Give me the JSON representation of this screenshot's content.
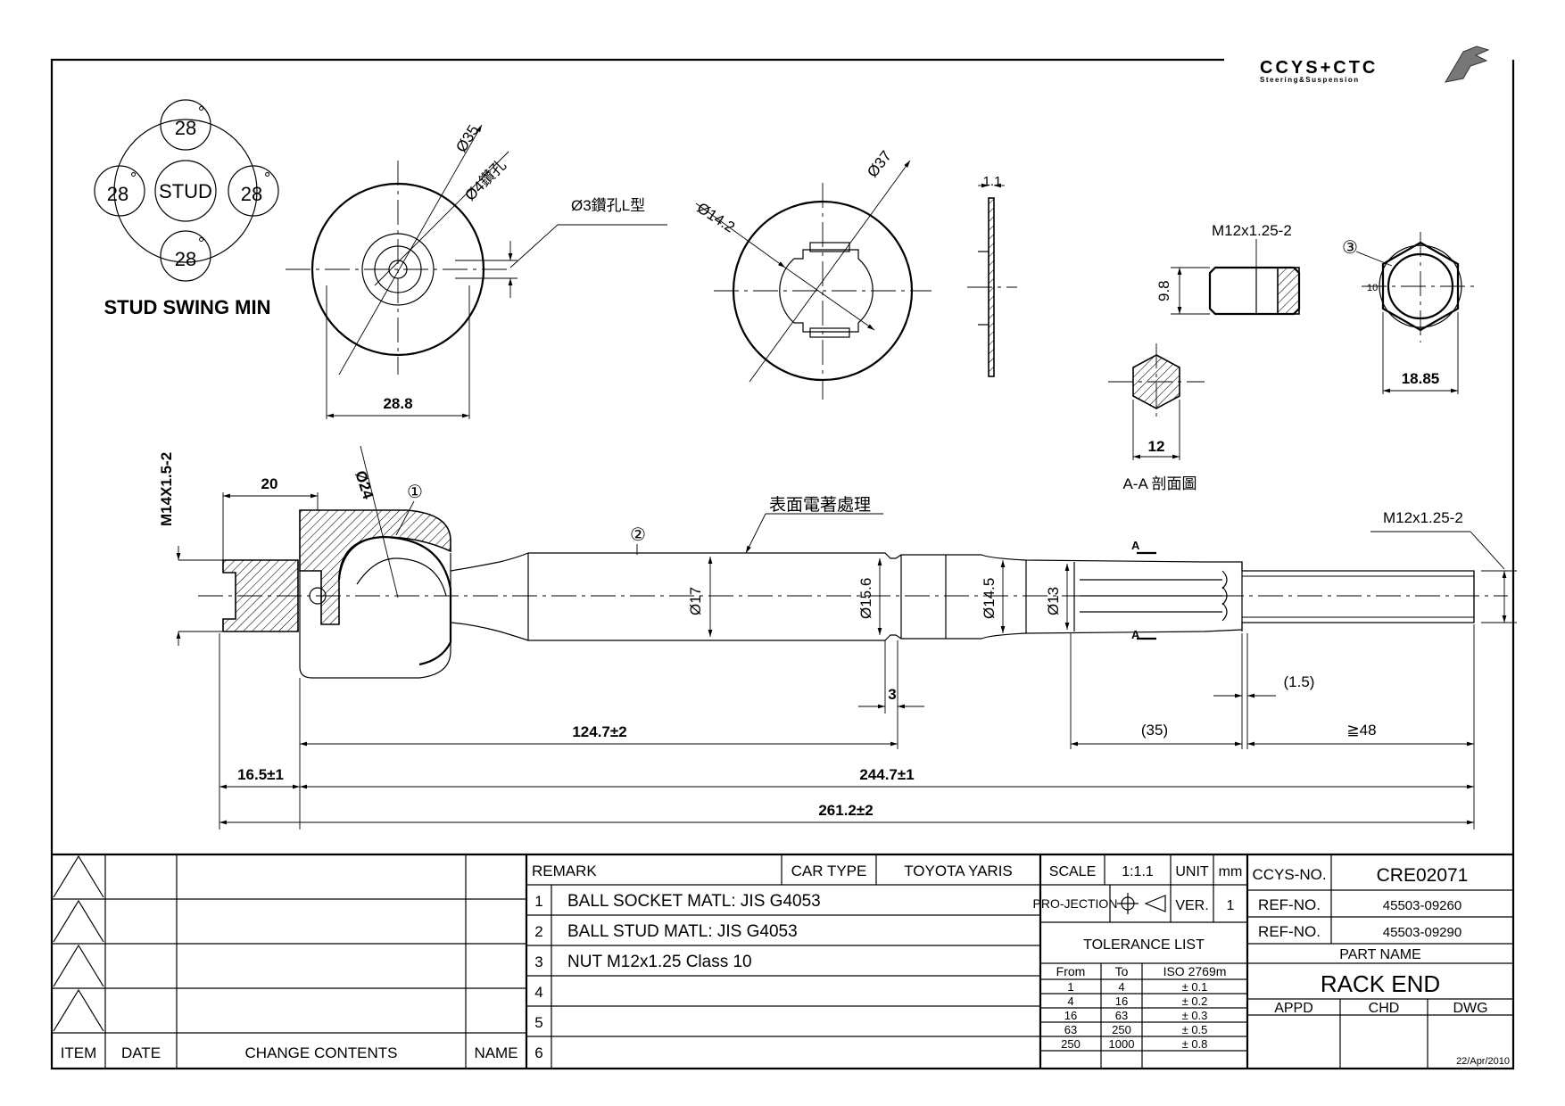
{
  "logo": {
    "brand": "CCYS+CTC",
    "tagline": "Steering&Suspension"
  },
  "stud_swing": {
    "center": "STUD",
    "angles": [
      "28",
      "28",
      "28",
      "28"
    ],
    "degree_mark": "°",
    "label": "STUD SWING MIN"
  },
  "dims": {
    "d35": "Ø35",
    "d4": "Ø4鑽孔",
    "d3": "Ø3鑽孔L型",
    "w288": "28.8",
    "d142": "Ø14.2",
    "d37": "Ø37",
    "t11": "1.1",
    "m12top": "M12x1.25-2",
    "h98": "9.8",
    "nut_no": "③",
    "hex_small": "10",
    "w1885": "18.85",
    "w12": "12",
    "section": "A-A 剖面圖",
    "m14": "M14X1.5-2",
    "l20": "20",
    "d24": "Ø24",
    "item1": "①",
    "item2": "②",
    "surface": "表面電著處理",
    "d17": "Ø17",
    "d156": "Ø15.6",
    "d145": "Ø14.5",
    "d13": "Ø13",
    "sec_a": "A",
    "m12right": "M12x1.25-2",
    "l15": "(1.5)",
    "l3": "3",
    "l1247": "124.7±2",
    "l35": "(35)",
    "l48": "≧48",
    "l165": "16.5±1",
    "l2447": "244.7±1",
    "l2612": "261.2±2"
  },
  "revision_table": {
    "headers": {
      "item": "ITEM",
      "date": "DATE",
      "change": "CHANGE CONTENTS",
      "name": "NAME"
    }
  },
  "remarks": {
    "header": "REMARK",
    "car_type_label": "CAR TYPE",
    "car_type": "TOYOTA YARIS",
    "rows": [
      {
        "no": "1",
        "text": "BALL SOCKET  MATL: JIS G4053"
      },
      {
        "no": "2",
        "text": "BALL STUD  MATL: JIS G4053"
      },
      {
        "no": "3",
        "text": "NUT M12x1.25 Class 10"
      },
      {
        "no": "4",
        "text": ""
      },
      {
        "no": "5",
        "text": ""
      },
      {
        "no": "6",
        "text": ""
      }
    ]
  },
  "title_block": {
    "scale_label": "SCALE",
    "scale": "1:1.1",
    "unit_label": "UNIT",
    "unit": "mm",
    "projection_label": "PRO-JECTION",
    "ver_label": "VER.",
    "ver": "1",
    "tolerance_title": "TOLERANCE LIST",
    "tol_headers": [
      "From",
      "To",
      "ISO 2769m"
    ],
    "tolerances": [
      [
        "1",
        "4",
        "± 0.1"
      ],
      [
        "4",
        "16",
        "± 0.2"
      ],
      [
        "16",
        "63",
        "± 0.3"
      ],
      [
        "63",
        "250",
        "± 0.5"
      ],
      [
        "250",
        "1000",
        "± 0.8"
      ]
    ],
    "ccys_no_label": "CCYS-NO.",
    "ccys_no": "CRE02071",
    "ref_label": "REF-NO.",
    "ref1": "45503-09260",
    "ref2": "45503-09290",
    "part_name_label": "PART NAME",
    "part_name": "RACK END",
    "appd": "APPD",
    "chd": "CHD",
    "dwg": "DWG",
    "date": "22/Apr/2010"
  }
}
